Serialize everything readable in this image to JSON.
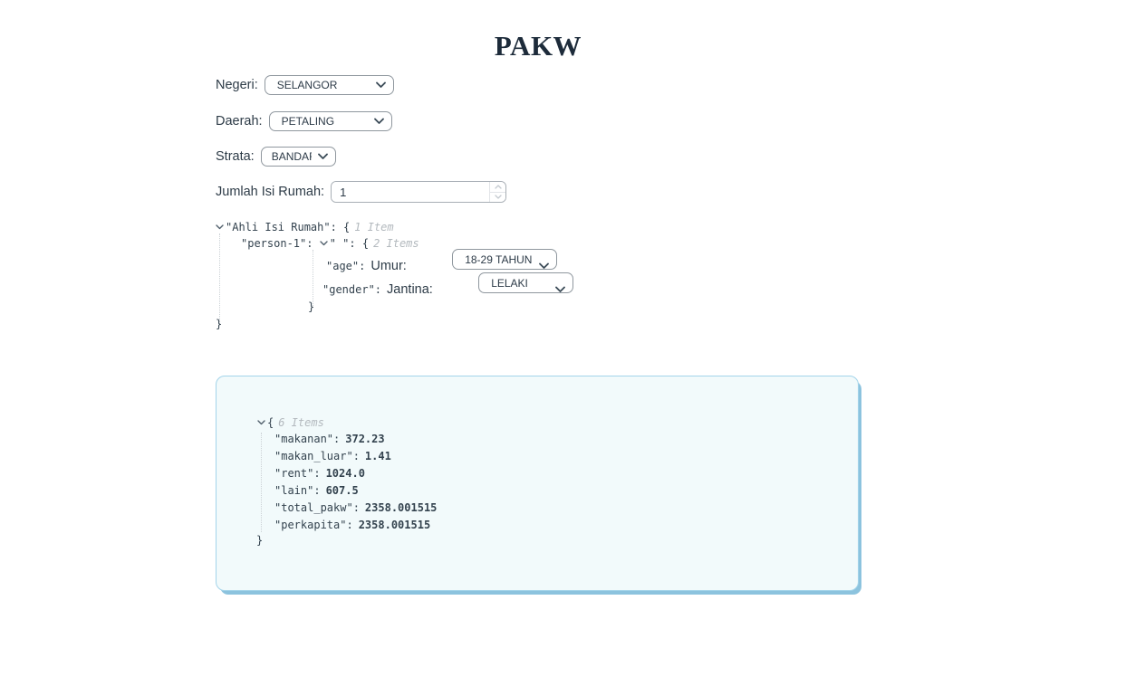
{
  "title": "PAKW",
  "form": {
    "negeri": {
      "label": "Negeri:",
      "value": "SELANGOR"
    },
    "daerah": {
      "label": "Daerah:",
      "value": "PETALING"
    },
    "strata": {
      "label": "Strata:",
      "value": "BANDAR"
    },
    "jumlah_isi_rumah": {
      "label": "Jumlah Isi Rumah:",
      "value": "1"
    }
  },
  "tree": {
    "root_key": "\"Ahli Isi Rumah\": {",
    "root_count": "1 Item",
    "person_prefix": "\"person-1\": ",
    "person_name": "\" \": {",
    "person_count": "2 Items",
    "age_key": "\"age\":",
    "age_label": "Umur:",
    "age_value": "18-29 TAHUN",
    "gender_key": "\"gender\":",
    "gender_label": "Jantina:",
    "gender_value": "LELAKI",
    "close_inner": "}",
    "close_outer": "}"
  },
  "result": {
    "open_brace": "{",
    "count": "6 Items",
    "close_brace": "}",
    "items": [
      {
        "key": "\"makanan\":",
        "value": "372.23"
      },
      {
        "key": "\"makan_luar\":",
        "value": "1.41"
      },
      {
        "key": "\"rent\":",
        "value": "1024.0"
      },
      {
        "key": "\"lain\":",
        "value": "607.5"
      },
      {
        "key": "\"total_pakw\":",
        "value": "2358.001515"
      },
      {
        "key": "\"perkapita\":",
        "value": "2358.001515"
      }
    ]
  },
  "icons": {
    "select_chevron": "chevron-down-icon",
    "tree_expander": "chevron-down-icon",
    "spinner_up": "chevron-up-icon",
    "spinner_down": "chevron-down-icon"
  },
  "colors": {
    "title_text": "#1d2b3a",
    "body_text": "#2d3b47",
    "mono_text": "#33424e",
    "muted_italic": "#b3b9be",
    "select_border": "#8f979e",
    "result_bg": "#f2fafb",
    "result_border": "#a3d4ea",
    "result_shadow": "#8cc3de"
  }
}
